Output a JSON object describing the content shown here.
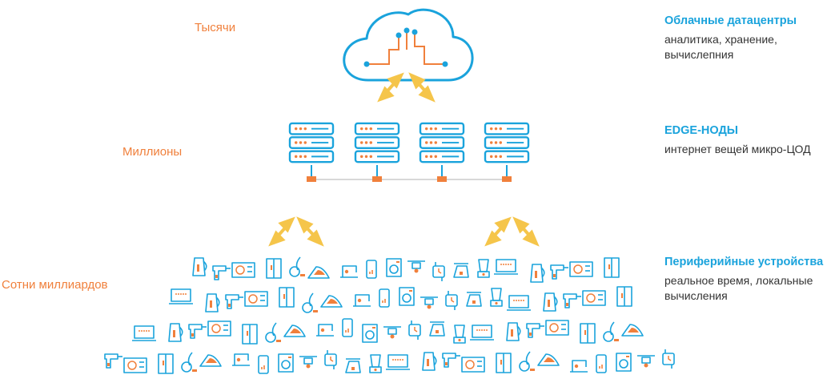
{
  "levels": {
    "thousands": "Тысячи",
    "millions": "Миллионы",
    "hundreds_of_billions": "Сотни миллиардов"
  },
  "tiers": [
    {
      "title": "Облачные датацентры",
      "lines": [
        "аналитика, хранение,",
        "вычислепния"
      ]
    },
    {
      "title": "EDGE-НОДЫ",
      "lines": [
        "интернет вещей микро-ЦОД"
      ]
    },
    {
      "title": "Периферийные устройства",
      "lines": [
        "реальное время, локальные",
        "вычисления"
      ]
    }
  ],
  "colors": {
    "blue": "#1aa3dc",
    "orange": "#f0803c",
    "arrow": "#f5c54a",
    "link": "#cccccc"
  },
  "icons": {
    "cloud": "cloud-circuit-icon",
    "server": "server-rack-icon",
    "device_kinds": [
      "kettle-icon",
      "fridge-icon",
      "sewing-machine-icon",
      "drone-icon",
      "blender-icon",
      "drill-icon",
      "vacuum-icon",
      "phone-icon",
      "watch-icon",
      "laptop-icon",
      "air-conditioner-icon",
      "iron-icon",
      "washing-machine-icon",
      "mixer-icon"
    ]
  }
}
